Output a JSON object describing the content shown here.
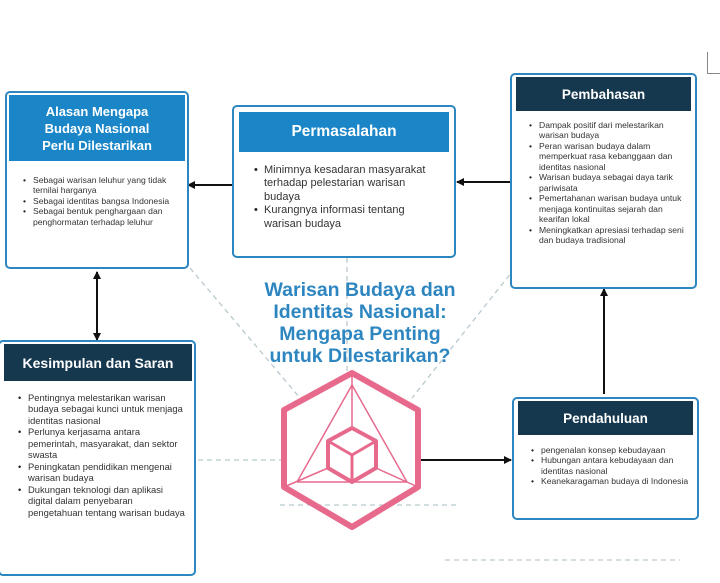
{
  "center_title": {
    "lines": [
      "Warisan Budaya dan",
      "Identitas Nasional:",
      "Mengapa Penting",
      "untuk Dilestarikan?"
    ]
  },
  "alasan": {
    "title": "Alasan Mengapa Budaya Nasional Perlu Dilestarikan",
    "items": [
      "Sebagai warisan leluhur yang tidak ternilai harganya",
      "Sebagai identitas bangsa Indonesia",
      "Sebagai bentuk penghargaan dan penghormatan terhadap leluhur"
    ]
  },
  "permasalahan": {
    "title": "Permasalahan",
    "items": [
      "Minimnya kesadaran masyarakat terhadap pelestarian warisan budaya",
      "Kurangnya informasi tentang warisan budaya"
    ]
  },
  "pembahasan": {
    "title": "Pembahasan",
    "items": [
      "Dampak positif dari melestarikan warisan budaya",
      "Peran warisan budaya dalam memperkuat rasa kebanggaan dan identitas nasional",
      "Warisan budaya sebagai daya tarik pariwisata",
      "Pemertahanan warisan budaya untuk menjaga kontinuitas sejarah dan kearifan lokal",
      "Meningkatkan apresiasi terhadap seni dan budaya tradisional"
    ]
  },
  "kesimpulan": {
    "title": "Kesimpulan dan Saran",
    "items": [
      "Pentingnya melestarikan warisan budaya sebagai kunci untuk menjaga identitas nasional",
      "Perlunya kerjasama antara pemerintah, masyarakat, dan sektor swasta",
      "Peningkatan pendidikan mengenai warisan budaya",
      "Dukungan teknologi dan aplikasi digital dalam penyebaran pengetahuan tentang warisan budaya"
    ]
  },
  "pendahuluan": {
    "title": "Pendahuluan",
    "items": [
      "pengenalan konsep kebudayaan",
      "Hubungan antara kebudayaan dan identitas nasional",
      "Keanekaragaman budaya di Indonesia"
    ]
  },
  "colors": {
    "accent_blue": "#1a86c8",
    "header_navy": "#16384f",
    "cube_pink": "#e76a8d",
    "title_blue": "#2e86c1"
  }
}
